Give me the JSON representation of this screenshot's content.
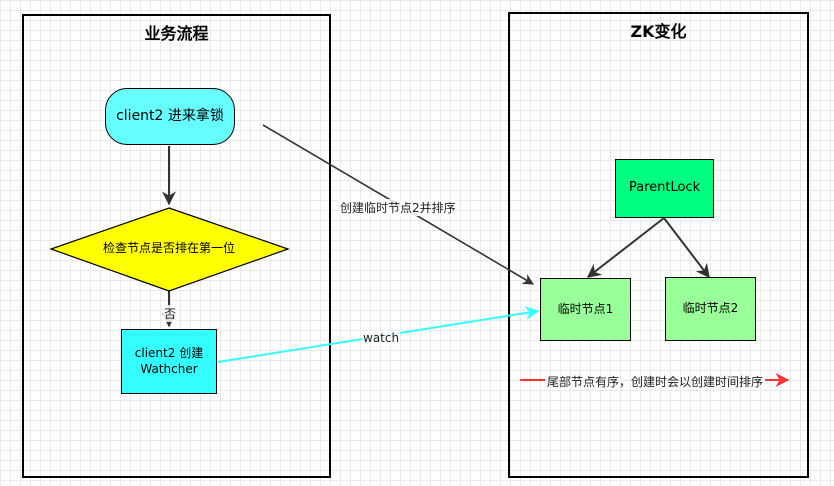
{
  "lanes": {
    "business": {
      "title": "业务流程"
    },
    "zk": {
      "title": "ZK变化"
    }
  },
  "nodes": {
    "client2_enter": "client2 进来拿锁",
    "check_first": "检查节点是否排在第一位",
    "create_watcher_line1": "client2 创建",
    "create_watcher_line2": "Wathcher",
    "parent_lock": "ParentLock",
    "temp_node_1": "临时节点1",
    "temp_node_2": "临时节点2"
  },
  "edges": {
    "no_label": "否",
    "create_sort_label": "创建临时节点2并排序",
    "watch_label": "watch"
  },
  "legend": {
    "text": "尾部节点有序，创建时会以创建时间排序"
  },
  "colors": {
    "start_fill": "#66FFFF",
    "decision_fill": "#FFFF00",
    "process_fill": "#33FFFF",
    "parent_fill": "#00FF80",
    "temp_fill": "#99FF99",
    "watch_line": "#33FFFF",
    "legend_arrow": "#FF3333"
  }
}
